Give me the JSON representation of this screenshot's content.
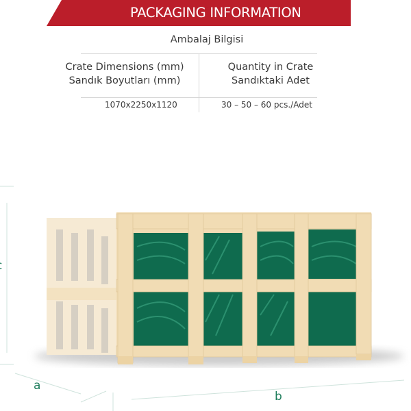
{
  "header": {
    "title": "PACKAGING INFORMATION",
    "subtitle": "Ambalaj Bilgisi"
  },
  "table": {
    "columns": [
      {
        "label_en": "Crate Dimensions (mm)",
        "label_tr": "Sandık Boyutları (mm)",
        "value": "1070x2250x1120"
      },
      {
        "label_en": "Quantity in Crate",
        "label_tr": "Sandıktaki Adet",
        "value": "30 – 50 – 60 pcs./Adet"
      }
    ]
  },
  "diagram": {
    "labels": {
      "a": "a",
      "b": "b",
      "c": "c"
    }
  },
  "colors": {
    "brand_red": "#bb1e2a",
    "dimension_green": "#1e7d5c",
    "wood": "#f1dcb4",
    "product_green": "#0f6b4e"
  }
}
